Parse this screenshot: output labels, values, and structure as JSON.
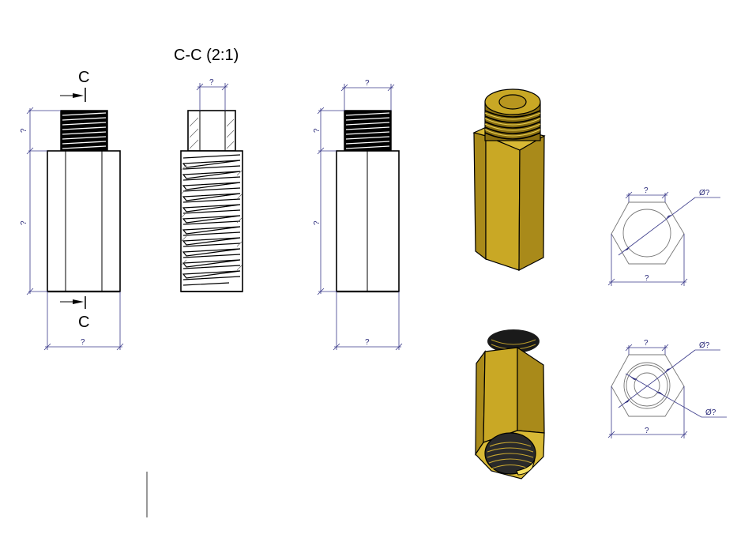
{
  "drawing": {
    "section_label": "C",
    "section_title": "C-C (2:1)",
    "views": {
      "front_view": {
        "dims": {
          "thread_height": "?",
          "body_height": "?",
          "body_width": "?"
        },
        "section_marker_top": "C",
        "section_marker_bottom": "C"
      },
      "section_view": {
        "dims": {
          "bore_width": "?"
        }
      },
      "side_view": {
        "dims": {
          "thread_width": "?",
          "thread_height": "?",
          "body_height": "?",
          "body_width": "?"
        }
      },
      "top_view": {
        "dims": {
          "flat_width": "?",
          "diameter": "Ø?",
          "across_corners": "?"
        }
      },
      "bottom_view": {
        "dims": {
          "flat_width": "?",
          "outer_diameter": "Ø?",
          "inner_diameter": "Ø?",
          "across_corners": "?"
        }
      }
    },
    "colors": {
      "brass": "#c9a825",
      "dimension_line": "#3a3a8a",
      "outline": "#000000"
    }
  }
}
